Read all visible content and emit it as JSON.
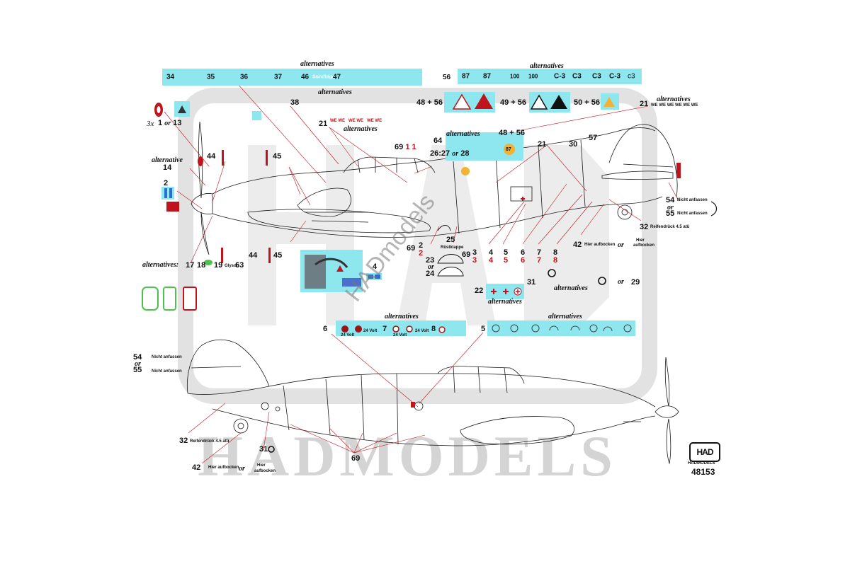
{
  "watermark": {
    "brand_text": "HADMODELS",
    "diagonal_text": "HADmodels",
    "color": "#d4d4d4"
  },
  "colors": {
    "decal_bg": "#8ee7ef",
    "red": "#c0141c",
    "line": "#1a1a1a",
    "green": "#4ec24e"
  },
  "strips": {
    "top_left": [
      "34",
      "35",
      "36",
      "37",
      "46",
      "Sondtage",
      "47"
    ],
    "top_right": [
      "56",
      "87",
      "87",
      "100",
      "100",
      "C-3",
      "C3",
      "C3",
      "C-3",
      "c3"
    ],
    "side_47_text": "47",
    "triangles": [
      "48 + 56",
      "49 + 56",
      "50 + 56"
    ],
    "tri_labels": [
      "17",
      "87",
      "C-3",
      "C3"
    ],
    "mid_decal_labels": [
      "26",
      "27",
      "or",
      "28",
      "48 + 56",
      "87"
    ],
    "voltages": [
      "24 Volt",
      "24 Volt",
      "24 Volt",
      "24 Volt"
    ],
    "row_numbers": [
      "6",
      "7",
      "8",
      "5"
    ],
    "crosses": [
      "22"
    ]
  },
  "labels": {
    "alternatives": "alternatives",
    "alternatives_colon": "alternatives:",
    "alternative": "alternative",
    "or": "or",
    "three_x": "3x",
    "n1": "1",
    "n2": "2",
    "n4": "4",
    "n13": "13",
    "n14": "14",
    "n17": "17",
    "n18": "18",
    "n19": "19",
    "n21": "21",
    "n22": "22",
    "n23": "23",
    "n24": "24",
    "n25": "25",
    "n29": "29",
    "n30": "30",
    "n31": "31",
    "n32": "32",
    "n38": "38",
    "n42": "42",
    "n44": "44",
    "n45": "45",
    "n54": "54",
    "n55": "55",
    "n57": "57",
    "n63": "63",
    "n64": "64",
    "n69": "69",
    "n3": "3",
    "n5": "5",
    "n6": "6",
    "n7": "7",
    "n8": "8",
    "nicht_anfassen": "Nicht anfassen",
    "reifendruck": "Reifendrück 4.5 atü",
    "hier_aufbocken": "Hier aufbocken",
    "hier": "Hier",
    "aufbocken": "aufbocken",
    "rustklappe": "Rüstklappe",
    "glysol": "Glysol",
    "we": "WE",
    "product_number": "48153",
    "logo_text": "HAD",
    "logo_sub": "HADMODELS"
  }
}
